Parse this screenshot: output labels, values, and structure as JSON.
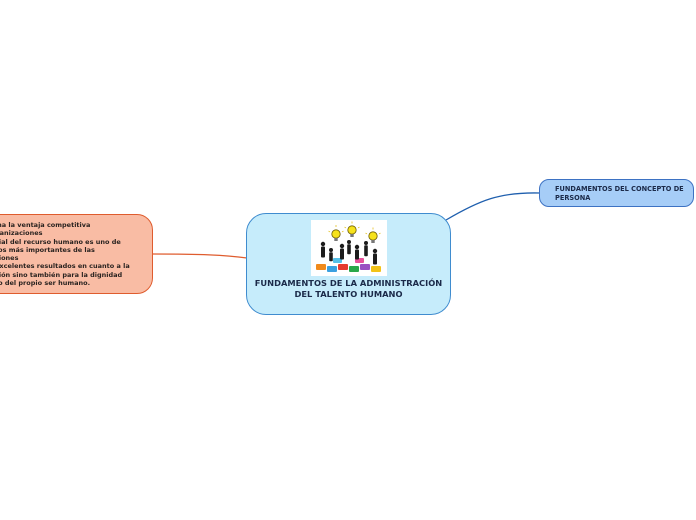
{
  "central_node": {
    "title": "FUNDAMENTOS DE LA ADMINISTRACIÓN DEL TALENTO HUMANO",
    "image": "business-team-puzzle-lightbulbs"
  },
  "right_node": {
    "label": "FUNDAMENTOS DEL CONCEPTO DE PERSONA"
  },
  "left_node": {
    "lines": [
      "ma la ventaja competitiva",
      "ganizaciones",
      "cial del recurso humano es uno de",
      "tos más importantes de las",
      "ciones",
      "excelentes resultados en cuanto a la",
      "ción sino también para la dignidad",
      "to  del propio ser humano."
    ]
  },
  "colors": {
    "central_fill": "#c6ecfb",
    "central_border": "#3f8ccf",
    "right_fill": "#a6cdf7",
    "right_border": "#3d72c3",
    "left_fill": "#f9bca4",
    "left_border": "#df5c2e",
    "right_connector": "#1f5fae",
    "left_connector": "#df5c2e"
  }
}
